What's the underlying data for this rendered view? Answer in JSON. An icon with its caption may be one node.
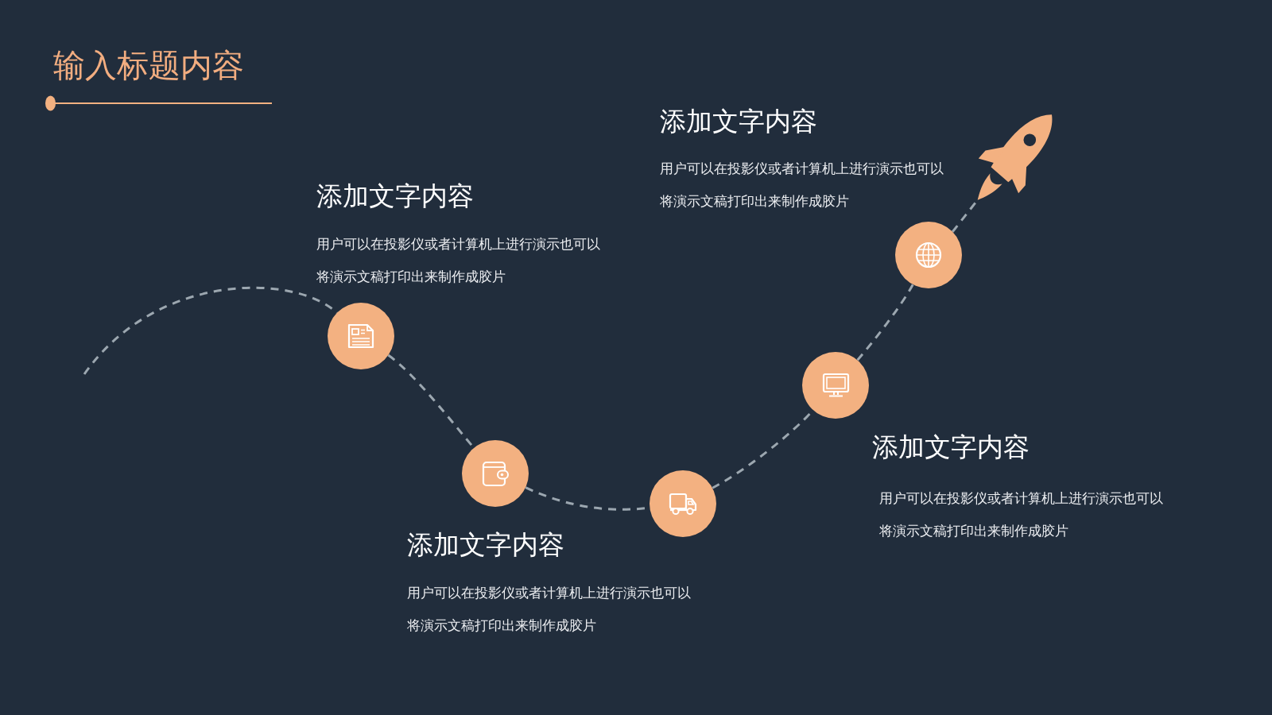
{
  "diagram": {
    "title": "输入标题内容",
    "nodes": [
      {
        "text": [],
        "shape": "circle",
        "beside": [
          "添加文字内容",
          "用户可以在投影仪或者计算机上进行演示也可以将演示文稿打印出来制作成胶片"
        ]
      },
      {
        "text": [],
        "shape": "circle",
        "beside": [
          "添加文字内容",
          "用户可以在投影仪或者计算机上进行演示也可以将演示文稿打印出来制作成胶片"
        ]
      },
      {
        "text": [],
        "shape": "circle"
      },
      {
        "text": [],
        "shape": "circle",
        "beside": [
          "添加文字内容",
          "用户可以在投影仪或者计算机上进行演示也可以将演示文稿打印出来制作成胶片"
        ]
      },
      {
        "text": [],
        "shape": "circle",
        "beside": [
          "添加文字内容",
          "用户可以在投影仪或者计算机上进行演示也可以将演示文稿打印出来制作成胶片"
        ]
      },
      {
        "text": [],
        "shape": "picture"
      }
    ],
    "edges": [
      {
        "from": null,
        "to": 0,
        "arrow": "none",
        "style": "dashed"
      },
      {
        "from": 0,
        "to": 1,
        "arrow": "none",
        "style": "dashed"
      },
      {
        "from": 1,
        "to": 2,
        "arrow": "none",
        "style": "dashed"
      },
      {
        "from": 2,
        "to": 3,
        "arrow": "none",
        "style": "dashed"
      },
      {
        "from": 3,
        "to": 4,
        "arrow": "none",
        "style": "dashed"
      },
      {
        "from": 4,
        "to": 5,
        "arrow": "none",
        "style": "dashed"
      }
    ]
  }
}
